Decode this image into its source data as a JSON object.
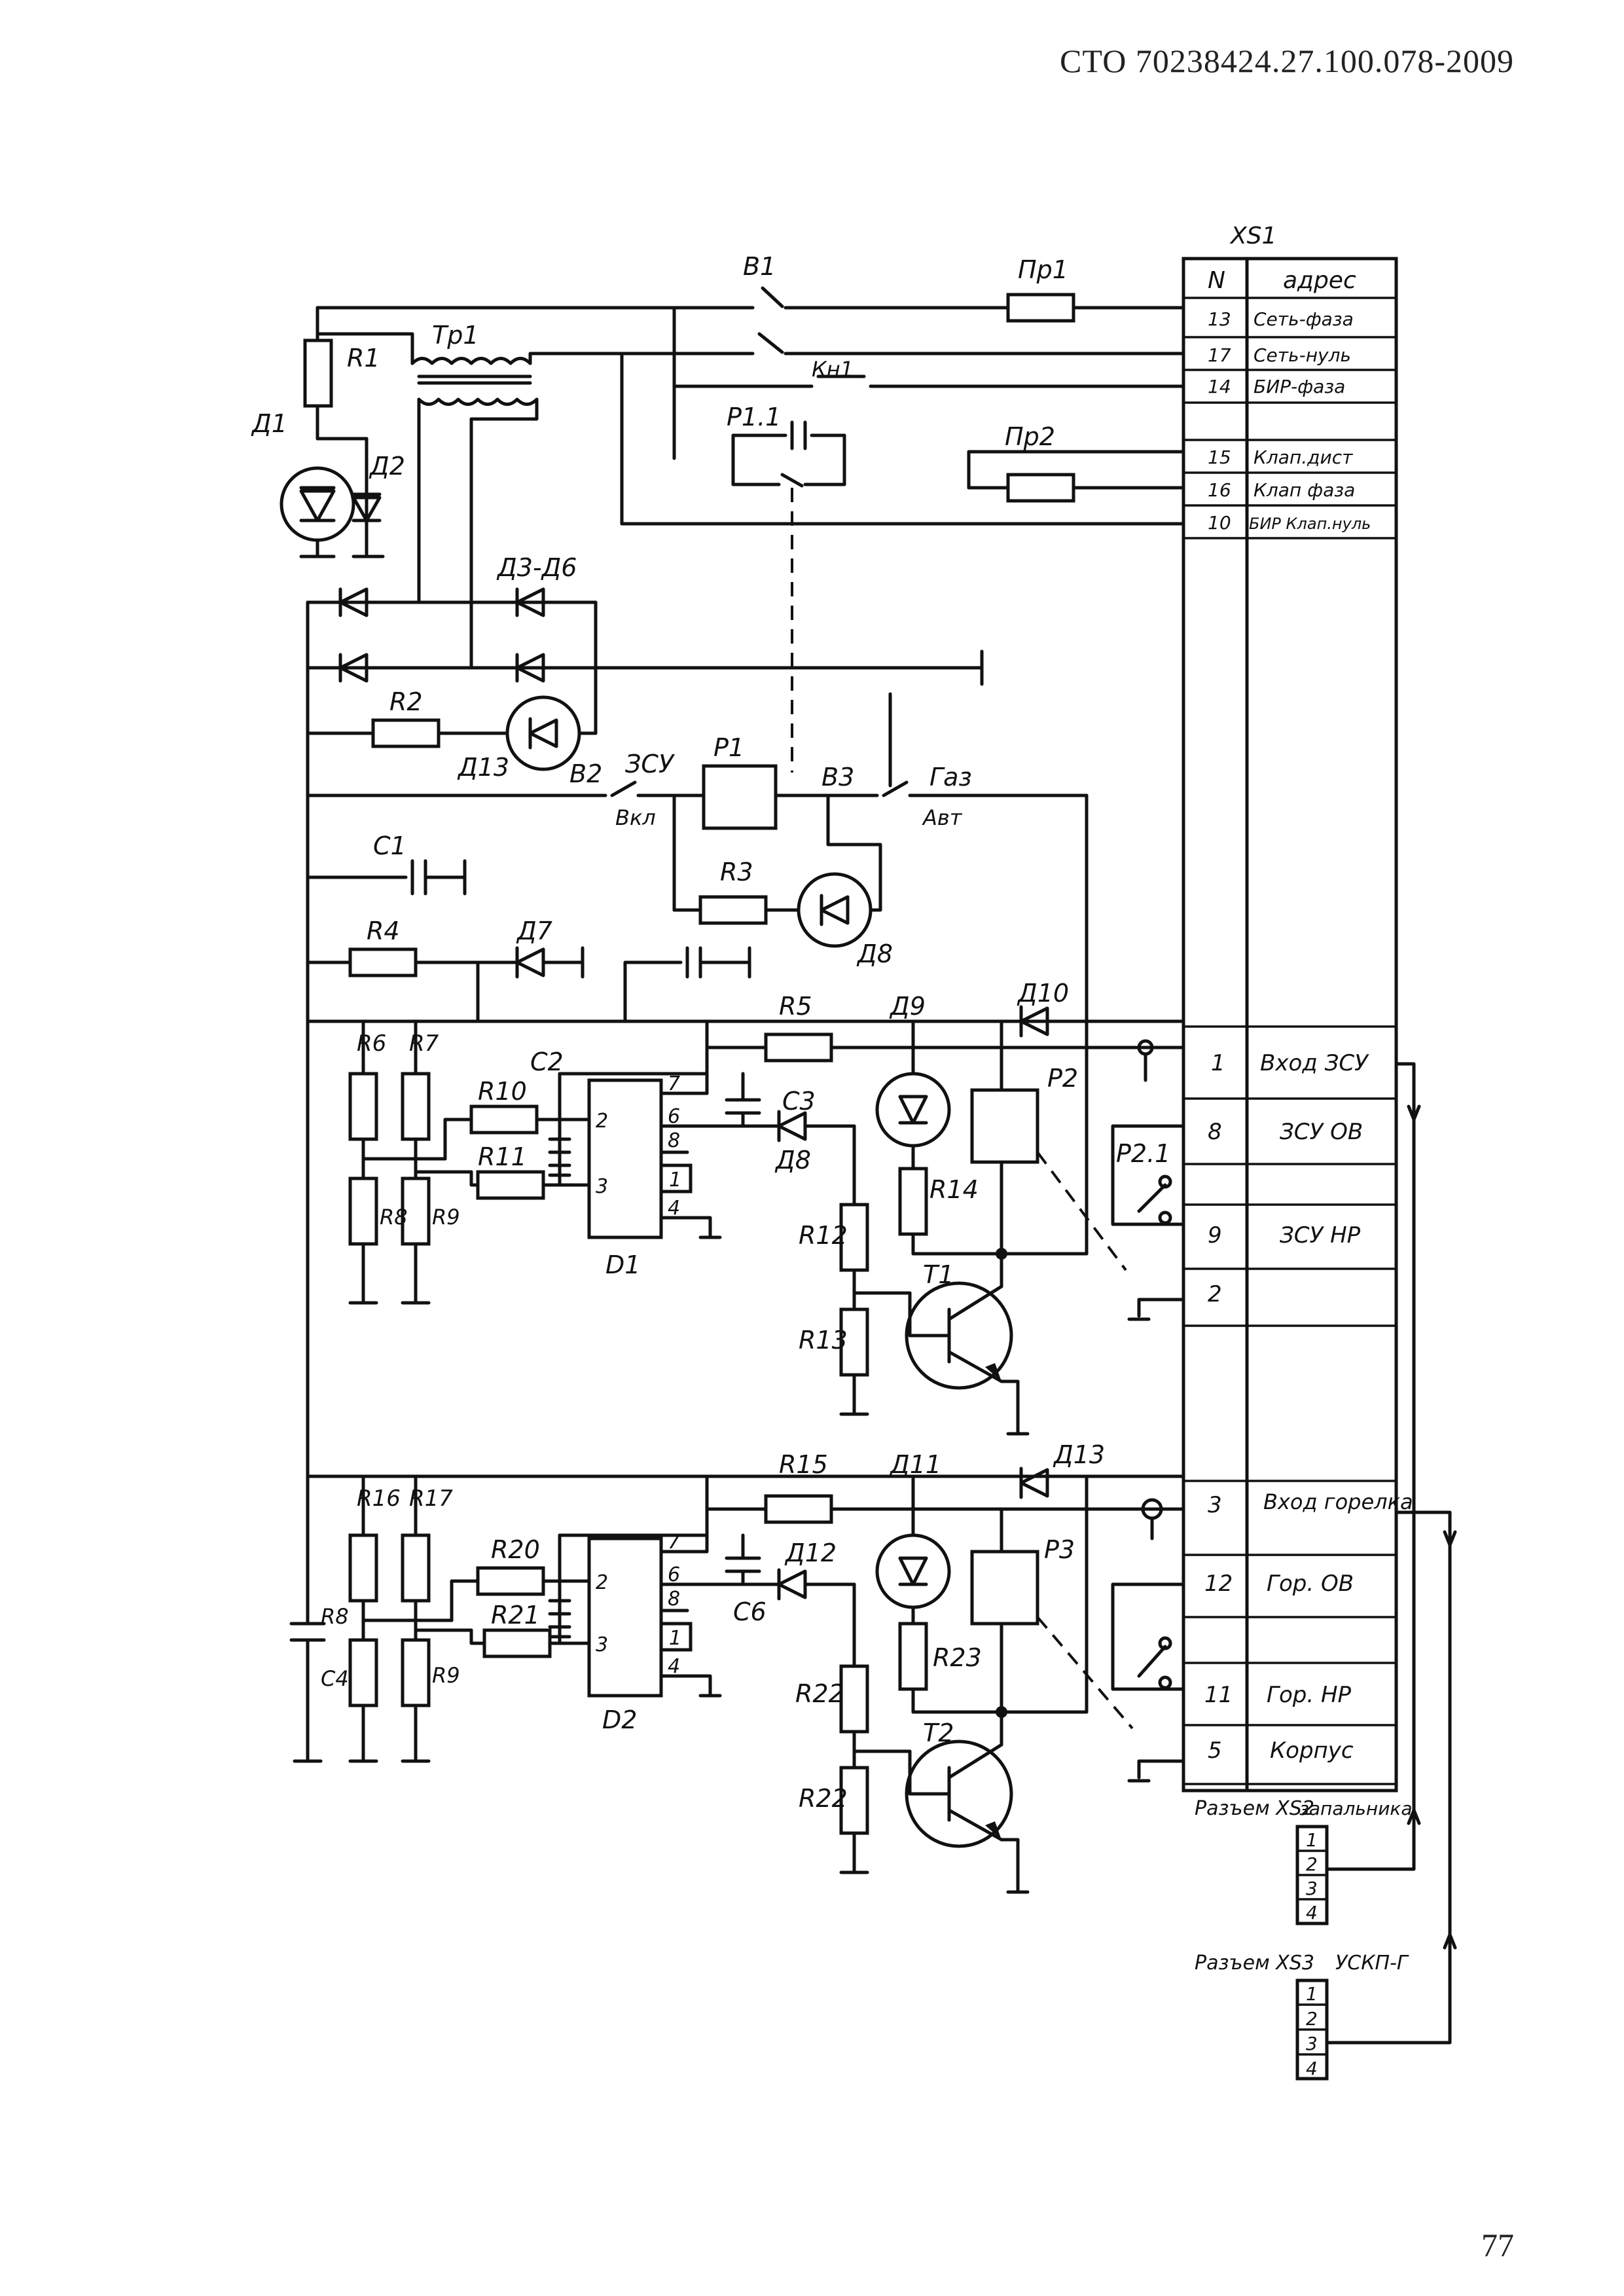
{
  "header": {
    "doc_code": "СТО 70238424.27.100.078-2009",
    "page_number": "77"
  },
  "connector_xs1": {
    "title": "XS1",
    "col_n": "N",
    "col_addr": "адрес",
    "rows_top": [
      {
        "n": "13",
        "addr": "Сеть-фаза"
      },
      {
        "n": "17",
        "addr": "Сеть-нуль"
      },
      {
        "n": "14",
        "addr": "БИР-фаза"
      },
      {
        "n": "",
        "addr": ""
      },
      {
        "n": "15",
        "addr": "Клап.дист"
      },
      {
        "n": "16",
        "addr": "Клап фаза"
      },
      {
        "n": "10",
        "addr": "БИР Клап.нуль"
      }
    ],
    "rows_bottom": [
      {
        "n": "1",
        "addr": "Вход ЗСУ"
      },
      {
        "n": "8",
        "addr": "ЗСУ ОВ"
      },
      {
        "n": "9",
        "addr": "ЗСУ НР"
      },
      {
        "n": "2",
        "addr": ""
      },
      {
        "n": "3",
        "addr": "Вход горелка"
      },
      {
        "n": "12",
        "addr": "Гор. ОВ"
      },
      {
        "n": "11",
        "addr": "Гор. НР"
      },
      {
        "n": "5",
        "addr": "Корпус"
      }
    ]
  },
  "connector_xs2": {
    "label": "Разъем XS2",
    "device": "запальника",
    "pins": [
      "1",
      "2",
      "3",
      "4"
    ]
  },
  "connector_xs3": {
    "label": "Разъем XS3",
    "device": "УСКП-Г",
    "pins": [
      "1",
      "2",
      "3",
      "4"
    ]
  },
  "labels": {
    "b1": "B1",
    "pr1": "Пр1",
    "tr1": "Тр1",
    "r1": "R1",
    "d1": "Д1",
    "d2": "Д2",
    "kn1": "Кн1",
    "p11": "Р1.1",
    "pr2": "Пр2",
    "d3d6": "Д3-Д6",
    "r2": "R2",
    "d13a": "Д13",
    "b2": "B2",
    "zsu": "ЗСУ",
    "vkl": "Вкл",
    "p1": "Р1",
    "b3": "B3",
    "gaz": "Газ",
    "avt": "Авт",
    "c1": "C1",
    "r3": "R3",
    "d8a": "Д8",
    "r4": "R4",
    "d7": "Д7",
    "r5": "R5",
    "d9": "Д9",
    "d10": "Д10",
    "r6": "R6",
    "r7": "R7",
    "c2": "C2",
    "r10": "R10",
    "c3": "C3",
    "p2": "P2",
    "r11": "R11",
    "d8b": "Д8",
    "p21": "Р2.1",
    "r14": "R14",
    "r8a": "R8",
    "r9a": "R9",
    "d1chip": "D1",
    "r12": "R12",
    "t1": "T1",
    "r13": "R13",
    "r15": "R15",
    "d11": "Д11",
    "d13b": "Д13",
    "r16": "R16",
    "r17": "R17",
    "r20": "R20",
    "d12": "Д12",
    "p3": "P3",
    "r21": "R21",
    "c6": "C6",
    "r8b": "R8",
    "c4": "C4",
    "r9b": "R9",
    "d2chip": "D2",
    "r23": "R23",
    "r22a": "R22",
    "t2": "T2",
    "r22b": "R22",
    "pin2": "2",
    "pin3": "3",
    "pin4": "4",
    "pin6": "6",
    "pin7": "7",
    "pin8": "8",
    "pin1": "1"
  }
}
